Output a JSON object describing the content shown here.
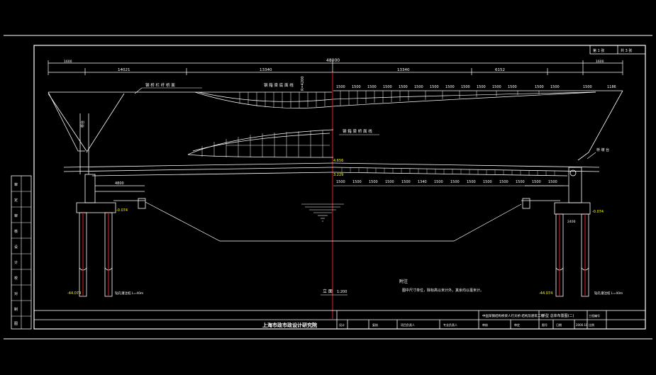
{
  "colors": {
    "background": "#000000",
    "line": "#ffffff",
    "centerline": "#e02020",
    "pile": "#e02020",
    "elevation": "#ffff00",
    "frame": "#ffffff"
  },
  "sheet": {
    "page_label_left": "第 1 张",
    "page_label_right": "共 3 张"
  },
  "dimensions": {
    "total": "48000",
    "top_segments": [
      "1600",
      "14021",
      "13340",
      "13340",
      "6152",
      "1600"
    ],
    "upper_grid_spacing": "1500",
    "lower_grid_spacing": "1500",
    "upper_grid_labels": [
      "1500",
      "1500",
      "1500",
      "1500",
      "1500",
      "1500",
      "1500",
      "1500",
      "1500",
      "1500",
      "1500",
      "1500",
      "1500",
      "1500",
      "1500",
      "1186"
    ],
    "lower_grid_labels": [
      "1500",
      "1500",
      "1500",
      "1500",
      "1500",
      "1340",
      "1500",
      "1500",
      "1500",
      "1500",
      "1500",
      "1500",
      "1500",
      "1500"
    ],
    "abutment_width": "4800",
    "pile_spacing": "2400"
  },
  "annotations": {
    "left_top_note": "钢 桥 栏 杆 桥 面",
    "upper_arch_note": "钢 箱 梁 底 面 线",
    "arch_rise": "R=4200",
    "mid_arch_note": "钢 箱 梁 桥 面 线",
    "vertical_note": "桥台",
    "right_note": "桥 墩 台",
    "left_pile_note": "钻孔灌注桩 L=40m",
    "right_pile_note": "钻孔灌注桩 L=40m"
  },
  "elevations": {
    "deck_center_upper": "4.656",
    "deck_center_lower": "3.229",
    "left_cap": "-0.074",
    "right_cap": "-0.074",
    "left_pile_tip": "-44.074",
    "right_pile_tip": "-44.074"
  },
  "view_label": "立 面",
  "view_scale": "1:200",
  "notes": {
    "title": "附注",
    "line1": "图中尺寸单位，除标高以米计外，其余均以毫米计。"
  },
  "title_block": {
    "institute": "上海市政市政设计研究院",
    "project": "中国某钢结构桥梁人行天桥 结构及建筑工程",
    "drawing_title": "桥型 总体布置图(二)",
    "cells": [
      "设计",
      "复核",
      "审核",
      "审定",
      "项目负责人",
      "专业负责人",
      "工程编号",
      "图号",
      "日期",
      "比例"
    ],
    "date": "2000.10"
  },
  "side_strip": [
    "审",
    "定",
    "审",
    "核",
    "设",
    "计",
    "校",
    "对",
    "制",
    "图"
  ]
}
